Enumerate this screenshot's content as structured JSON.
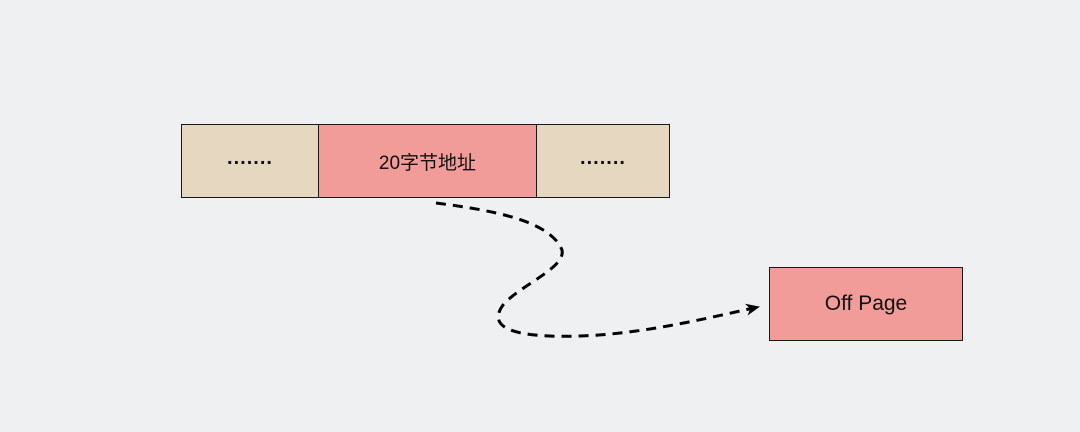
{
  "diagram": {
    "record": {
      "cells": [
        {
          "label": ".......",
          "fill": "#e6d7c1"
        },
        {
          "label": "20字节地址",
          "fill": "#f19c98"
        },
        {
          "label": ".......",
          "fill": "#e6d7c1"
        }
      ]
    },
    "off_page": {
      "label": "Off Page",
      "fill": "#f19c98"
    },
    "connector": {
      "style": "dashed",
      "from": "20字节地址",
      "to": "Off Page",
      "arrow": "end"
    },
    "background": "#eff0f2"
  }
}
